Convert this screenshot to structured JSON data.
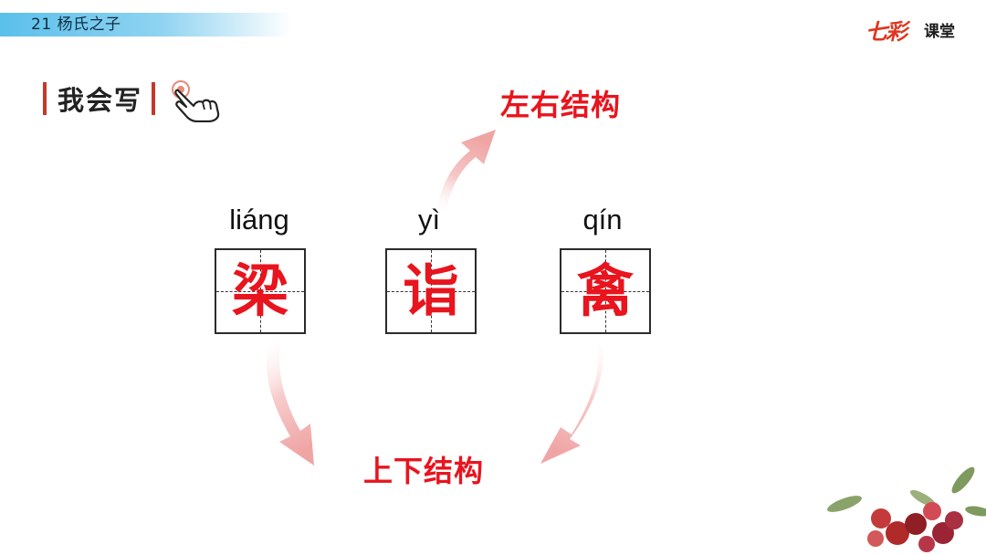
{
  "header": {
    "title": "21  杨氏之子"
  },
  "logo": {
    "main": "七彩",
    "sub": "课堂"
  },
  "section": {
    "title": "我会写"
  },
  "characters": [
    {
      "pinyin": "liáng",
      "char": "梁"
    },
    {
      "pinyin": "yì",
      "char": "诣"
    },
    {
      "pinyin": "qín",
      "char": "禽"
    }
  ],
  "labels": {
    "left_right": "左右结构",
    "top_bottom": "上下结构"
  },
  "colors": {
    "accent": "#e8141e",
    "header_band": "#5bc0ea",
    "arrow": "#f2b3b3"
  },
  "icons": [
    "hand-pointer-icon",
    "curved-arrow",
    "decorative-berries"
  ]
}
